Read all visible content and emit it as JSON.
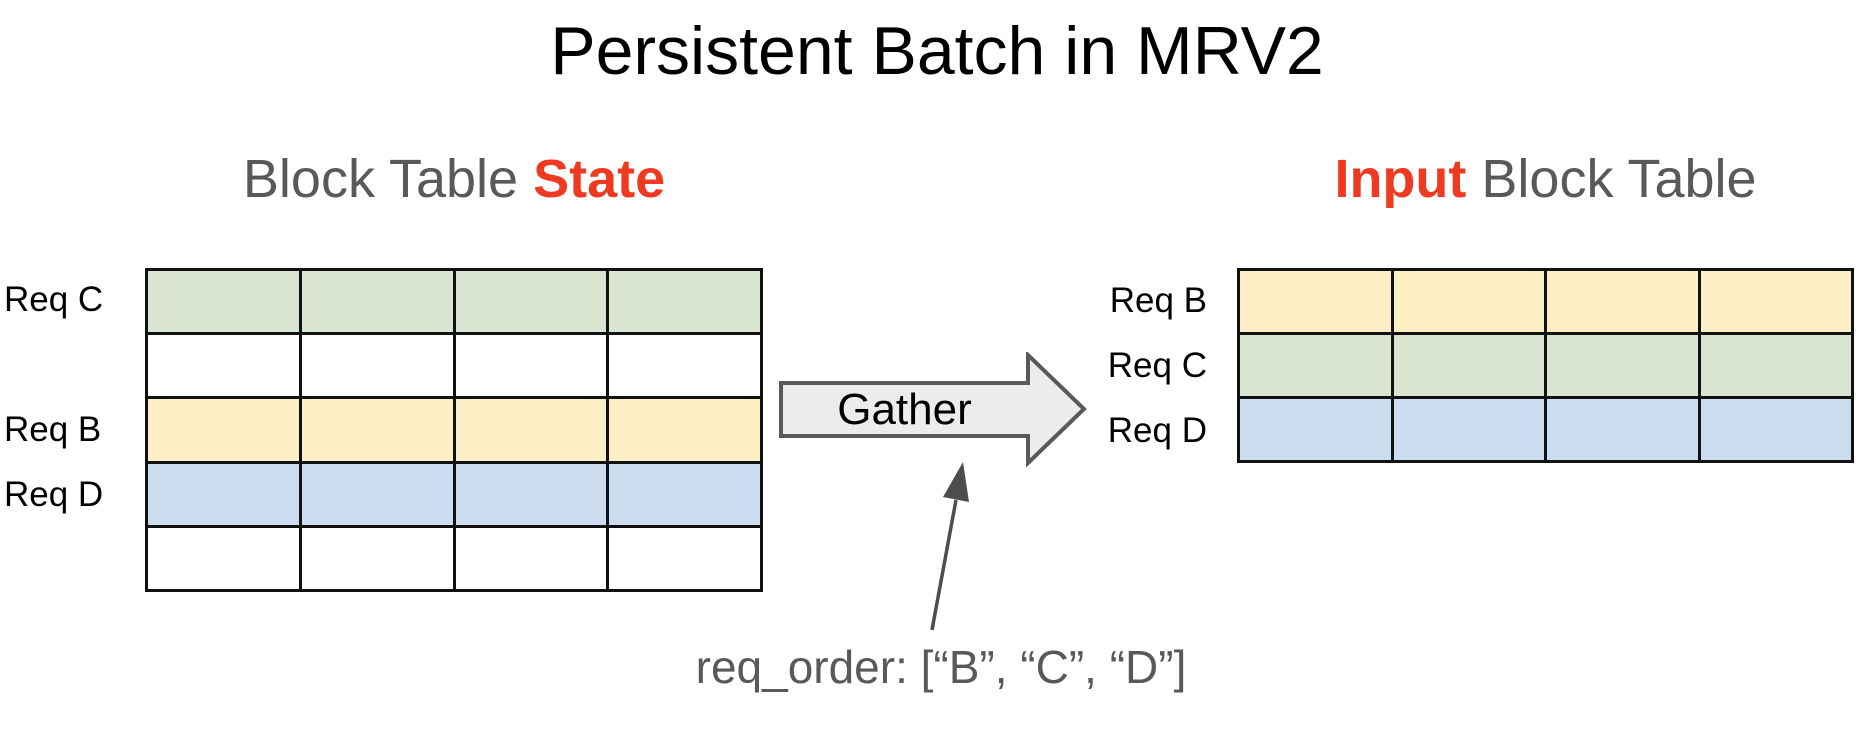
{
  "title": "Persistent Batch in MRV2",
  "colors": {
    "green": "#d9e5d1",
    "yellow": "#fcefc5",
    "blue": "#cbdcee",
    "white": "#ffffff",
    "red_accent": "#ee3a21",
    "gray_text": "#595959",
    "table_border": "#111111",
    "arrow_fill": "#ececec",
    "arrow_stroke": "#595959",
    "annotation_arrow": "#4d4d4d"
  },
  "left_table": {
    "heading_prefix": "Block Table ",
    "heading_highlight": "State",
    "columns": 4,
    "rows": [
      {
        "label": "Req C",
        "color": "green"
      },
      {
        "label": "",
        "color": "white"
      },
      {
        "label": "Req B",
        "color": "yellow"
      },
      {
        "label": "Req D",
        "color": "blue"
      },
      {
        "label": "",
        "color": "white"
      }
    ]
  },
  "right_table": {
    "heading_highlight": "Input",
    "heading_suffix": " Block Table",
    "columns": 4,
    "rows": [
      {
        "label": "Req B",
        "color": "yellow"
      },
      {
        "label": "Req C",
        "color": "green"
      },
      {
        "label": "Req D",
        "color": "blue"
      }
    ]
  },
  "gather": {
    "label": "Gather"
  },
  "annotation": {
    "label": "req_order: [“B”, “C”, “D”]"
  }
}
